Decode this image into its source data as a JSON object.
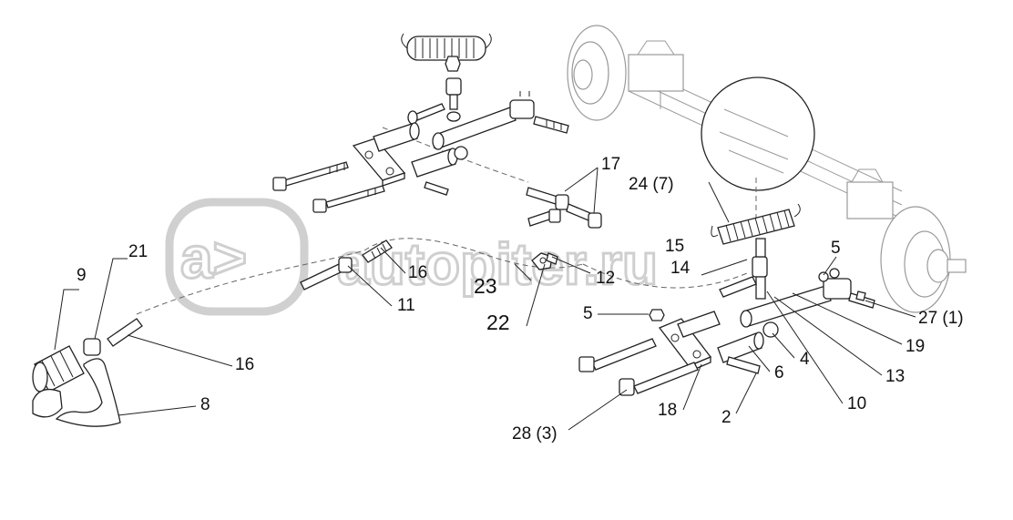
{
  "watermark": {
    "text": "autopiter.ru",
    "logo_glyph": "a>"
  },
  "callouts": [
    {
      "id": "c9",
      "text": "9"
    },
    {
      "id": "c21",
      "text": "21"
    },
    {
      "id": "c16a",
      "text": "16"
    },
    {
      "id": "c16b",
      "text": "16"
    },
    {
      "id": "c11",
      "text": "11"
    },
    {
      "id": "c8",
      "text": "8"
    },
    {
      "id": "c17",
      "text": "17"
    },
    {
      "id": "c23",
      "text": "23"
    },
    {
      "id": "c12",
      "text": "12"
    },
    {
      "id": "c22",
      "text": "22"
    },
    {
      "id": "c24",
      "text": "24 (7)"
    },
    {
      "id": "c15",
      "text": "15"
    },
    {
      "id": "c14",
      "text": "14"
    },
    {
      "id": "c5a",
      "text": "5"
    },
    {
      "id": "c5b",
      "text": "5"
    },
    {
      "id": "c27",
      "text": "27 (1)"
    },
    {
      "id": "c19",
      "text": "19"
    },
    {
      "id": "c4",
      "text": "4"
    },
    {
      "id": "c13",
      "text": "13"
    },
    {
      "id": "c10",
      "text": "10"
    },
    {
      "id": "c6",
      "text": "6"
    },
    {
      "id": "c2",
      "text": "2"
    },
    {
      "id": "c18",
      "text": "18"
    },
    {
      "id": "c28",
      "text": "28 (3)"
    }
  ]
}
